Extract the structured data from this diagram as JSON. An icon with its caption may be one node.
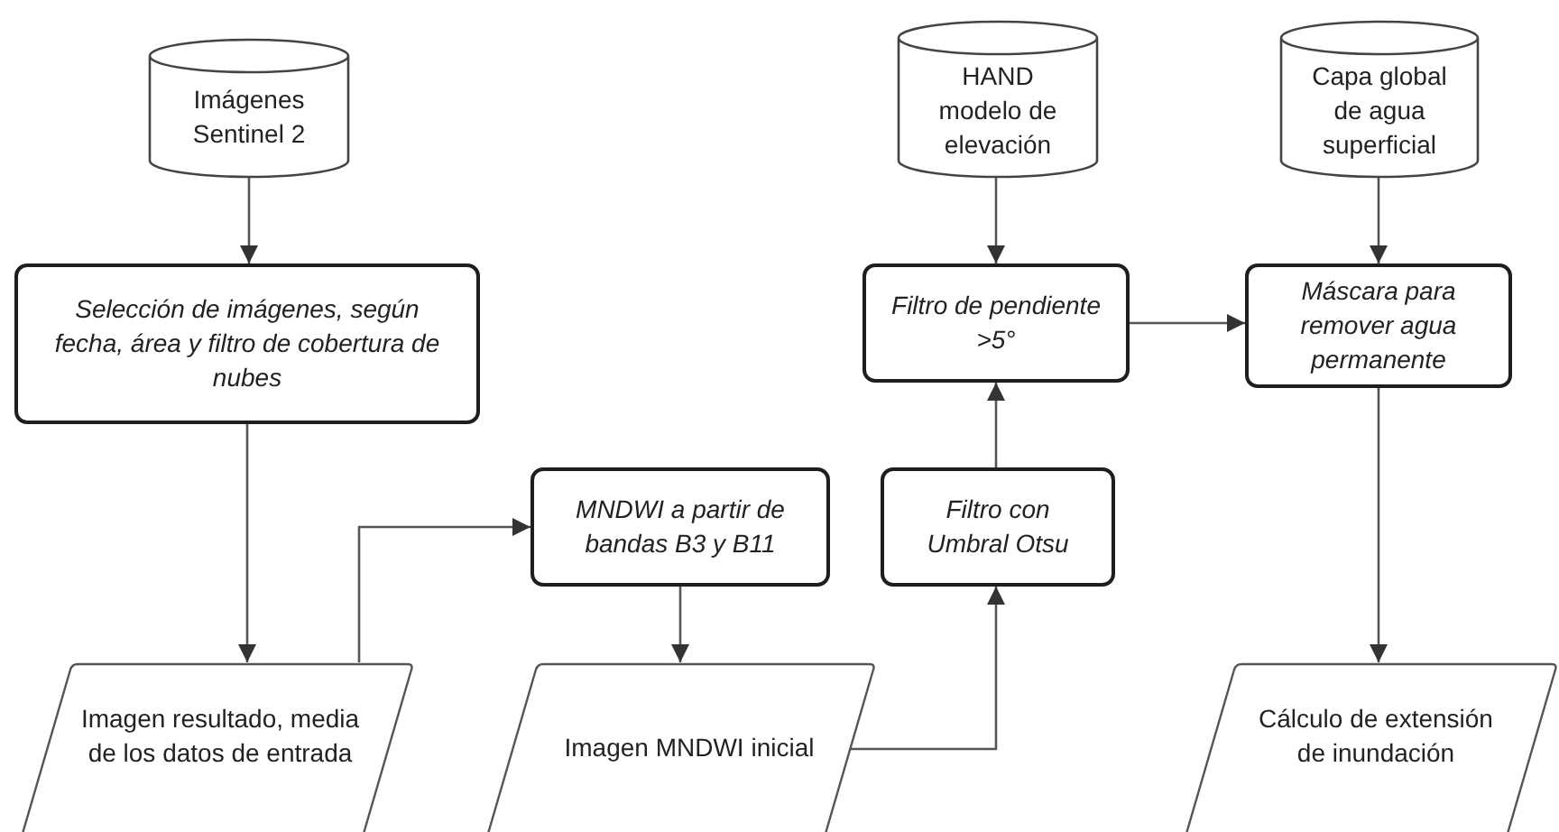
{
  "diagram": {
    "nodes": [
      {
        "text": [
          "Imágenes Sentinel 2"
        ]
      },
      {
        "text": [
          "Selección de imágenes, según fecha, área y filtro de cobertura de nubes"
        ]
      },
      {
        "text": [
          "Imagen resultado, media de los datos de entrada"
        ]
      },
      {
        "text": [
          "MNDWI a partir de bandas B3 y B11"
        ]
      },
      {
        "text": [
          "Imagen MNDWI inicial"
        ]
      },
      {
        "text": [
          "HAND modelo de elevación"
        ]
      },
      {
        "text": [
          "Filtro de pendiente >5°"
        ]
      },
      {
        "text": [
          "Filtro con Umbral Otsu"
        ]
      },
      {
        "text": [
          "Capa global de agua superficial"
        ]
      },
      {
        "text": [
          "Máscara para remover agua permanente"
        ]
      },
      {
        "text": [
          "Cálculo de extensión de inundación"
        ]
      }
    ],
    "edges": [
      {
        "from": 0,
        "to": 1,
        "arrow": "to"
      },
      {
        "from": 1,
        "to": 2,
        "arrow": "to"
      },
      {
        "from": 2,
        "to": 3,
        "arrow": "to"
      },
      {
        "from": 3,
        "to": 4,
        "arrow": "to"
      },
      {
        "from": 4,
        "to": 7,
        "arrow": "to"
      },
      {
        "from": 7,
        "to": 6,
        "arrow": "to"
      },
      {
        "from": 5,
        "to": 6,
        "arrow": "to"
      },
      {
        "from": 6,
        "to": 9,
        "arrow": "to"
      },
      {
        "from": 8,
        "to": 9,
        "arrow": "to"
      },
      {
        "from": 9,
        "to": 10,
        "arrow": "to"
      }
    ]
  }
}
